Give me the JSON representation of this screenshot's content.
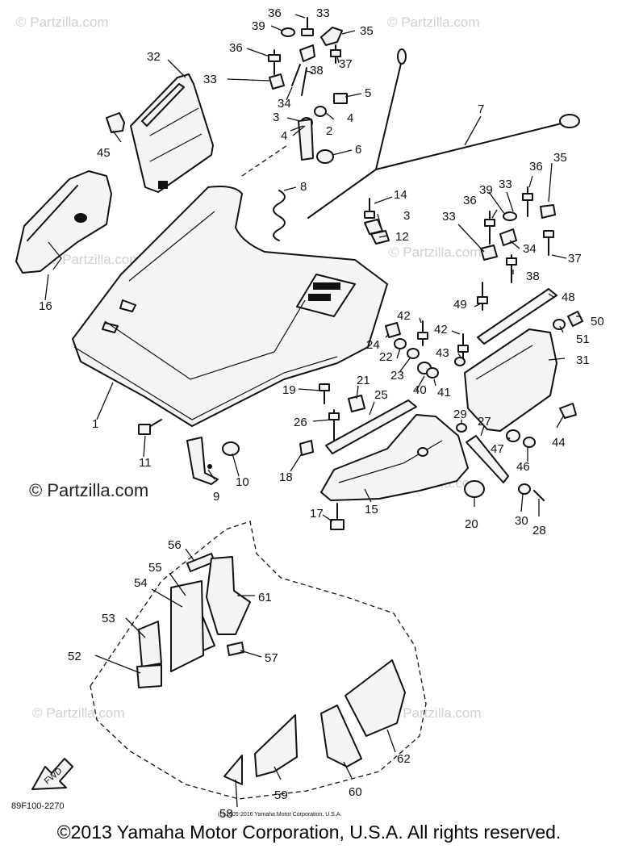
{
  "watermark": {
    "text": "© Partzilla.com"
  },
  "diagram_code": "89F100-2270",
  "small_copyright": "(c) 2005-2016 Yamaha Motor Corporation, U.S.A.",
  "fwd_label": "FWD",
  "footer": {
    "copyright": "©2013 Yamaha Motor Corporation, U.S.A. All rights reserved."
  },
  "callouts": {
    "c1": "1",
    "c2": "2",
    "c3a": "3",
    "c3b": "3",
    "c4a": "4",
    "c4b": "4",
    "c5": "5",
    "c6": "6",
    "c7": "7",
    "c8": "8",
    "c9": "9",
    "c10": "10",
    "c11": "11",
    "c12": "12",
    "c14": "14",
    "c15": "15",
    "c16": "16",
    "c17": "17",
    "c18": "18",
    "c19": "19",
    "c20": "20",
    "c21": "21",
    "c22": "22",
    "c23": "23",
    "c24": "24",
    "c25": "25",
    "c26": "26",
    "c27": "27",
    "c28": "28",
    "c29": "29",
    "c30": "30",
    "c31": "31",
    "c32": "32",
    "c33a": "33",
    "c33b": "33",
    "c33c": "33",
    "c33d": "33",
    "c34a": "34",
    "c34b": "34",
    "c35a": "35",
    "c35b": "35",
    "c36a": "36",
    "c36b": "36",
    "c36c": "36",
    "c36d": "36",
    "c37a": "37",
    "c37b": "37",
    "c38a": "38",
    "c38b": "38",
    "c39a": "39",
    "c39b": "39",
    "c40": "40",
    "c41": "41",
    "c42a": "42",
    "c42b": "42",
    "c43": "43",
    "c44": "44",
    "c45": "45",
    "c46": "46",
    "c47": "47",
    "c48": "48",
    "c49": "49",
    "c50": "50",
    "c51": "51",
    "c52": "52",
    "c53": "53",
    "c54": "54",
    "c55": "55",
    "c56": "56",
    "c57": "57",
    "c58": "58",
    "c59": "59",
    "c60": "60",
    "c61": "61",
    "c62": "62"
  }
}
